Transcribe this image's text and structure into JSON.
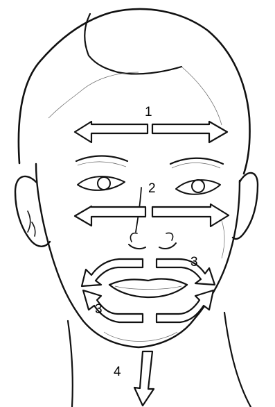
{
  "labels": {
    "step1": "1",
    "step2": "2",
    "step3_right": "3",
    "step3_left": "3",
    "step4": "4"
  },
  "icons": {
    "face": "face-outline-icon",
    "arrows": "double-headed-arrow-icon"
  }
}
